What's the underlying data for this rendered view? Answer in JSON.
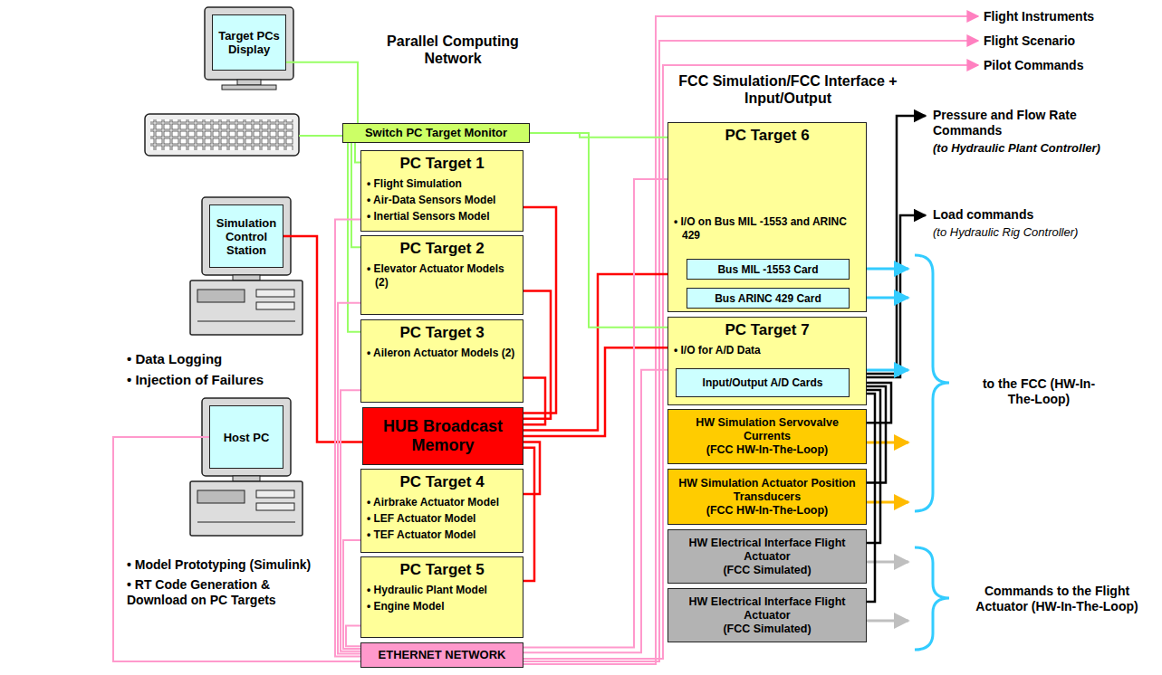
{
  "diagram": {
    "nodes": [
      {
        "text": [
          "Target PCs Display"
        ]
      },
      {
        "text": [
          "Switch PC Target Monitor"
        ]
      },
      {
        "text": [
          "PC Target 1",
          "• Flight Simulation",
          "• Air-Data Sensors Model",
          "• Inertial Sensors Model"
        ]
      },
      {
        "text": [
          "PC Target 2",
          "• Elevator Actuator Models (2)"
        ]
      },
      {
        "text": [
          "PC Target 3",
          "• Aileron Actuator Models (2)"
        ]
      },
      {
        "text": [
          "HUB Broadcast Memory"
        ]
      },
      {
        "text": [
          "PC Target 4",
          "• Airbrake Actuator Model",
          "• LEF Actuator Model",
          "• TEF Actuator Model"
        ]
      },
      {
        "text": [
          "PC Target 5",
          "• Hydraulic Plant Model",
          "• Engine Model"
        ]
      },
      {
        "text": [
          "ETHERNET NETWORK"
        ]
      },
      {
        "text": [
          "Simulation Control Station"
        ]
      },
      {
        "text": [
          "Host PC"
        ]
      },
      {
        "text": [
          "PC Target 6",
          "• I/O on Bus MIL -1553 and ARINC 429"
        ]
      },
      {
        "text": [
          "Bus MIL -1553 Card"
        ],
        "in": 11
      },
      {
        "text": [
          "Bus ARINC 429 Card"
        ],
        "in": 11
      },
      {
        "text": [
          "PC Target 7",
          "• I/O for A/D Data"
        ]
      },
      {
        "text": [
          "Input/Output A/D Cards"
        ],
        "in": 14
      },
      {
        "text": [
          "HW Simulation Servovalve Currents",
          "(FCC HW-In-The-Loop)"
        ]
      },
      {
        "text": [
          "HW Simulation Actuator Position Transducers",
          "(FCC HW-In-The-Loop)"
        ]
      },
      {
        "text": [
          "HW Electrical Interface Flight Actuator",
          "(FCC Simulated)"
        ]
      },
      {
        "text": [
          "HW Electrical Interface Flight Actuator",
          "(FCC Simulated)"
        ]
      }
    ],
    "edges": [
      {
        "from": 5,
        "to": 2,
        "arrow": "none"
      },
      {
        "from": 5,
        "to": 3,
        "arrow": "none"
      },
      {
        "from": 5,
        "to": 4,
        "arrow": "none"
      },
      {
        "from": 5,
        "to": 6,
        "arrow": "none"
      },
      {
        "from": 5,
        "to": 7,
        "arrow": "none"
      },
      {
        "from": 5,
        "to": 11,
        "arrow": "none"
      },
      {
        "from": 5,
        "to": 14,
        "arrow": "none"
      },
      {
        "from": 9,
        "to": 5,
        "arrow": "none"
      },
      {
        "from": 0,
        "to": 1,
        "arrow": "none"
      },
      {
        "from": 1,
        "to": 2,
        "arrow": "none"
      },
      {
        "from": 1,
        "to": 3,
        "arrow": "none"
      },
      {
        "from": 1,
        "to": 4,
        "arrow": "none"
      },
      {
        "from": 1,
        "to": 11,
        "arrow": "none"
      },
      {
        "from": 1,
        "to": 14,
        "arrow": "none"
      },
      {
        "from": 8,
        "to": 2,
        "arrow": "none"
      },
      {
        "from": 8,
        "to": 3,
        "arrow": "none"
      },
      {
        "from": 8,
        "to": 4,
        "arrow": "none"
      },
      {
        "from": 8,
        "to": 6,
        "arrow": "none"
      },
      {
        "from": 8,
        "to": 7,
        "arrow": "none"
      },
      {
        "from": 8,
        "to": 11,
        "arrow": "none"
      },
      {
        "from": 8,
        "to": 14,
        "arrow": "none"
      },
      {
        "from": 10,
        "to": 8,
        "arrow": "none"
      },
      {
        "from": 15,
        "to": 16,
        "arrow": "none"
      },
      {
        "from": 15,
        "to": 17,
        "arrow": "none"
      },
      {
        "from": 15,
        "to": 18,
        "arrow": "none"
      },
      {
        "from": 15,
        "to": 19,
        "arrow": "none"
      }
    ],
    "labels": [
      "Parallel Computing Network",
      "FCC Simulation/FCC Interface + Input/Output",
      "Flight Instruments",
      "Flight Scenario",
      "Pilot Commands",
      "Pressure and Flow Rate Commands",
      "(to Hydraulic Plant Controller)",
      "Load commands",
      "(to Hydraulic Rig Controller)",
      "to the FCC (HW-In-The-Loop)",
      "Commands to the Flight Actuator (HW-In-The-Loop)",
      "• Data Logging",
      "• Injection of Failures",
      "• Model Prototyping (Simulink)",
      "• RT Code Generation & Download on PC Targets"
    ]
  }
}
